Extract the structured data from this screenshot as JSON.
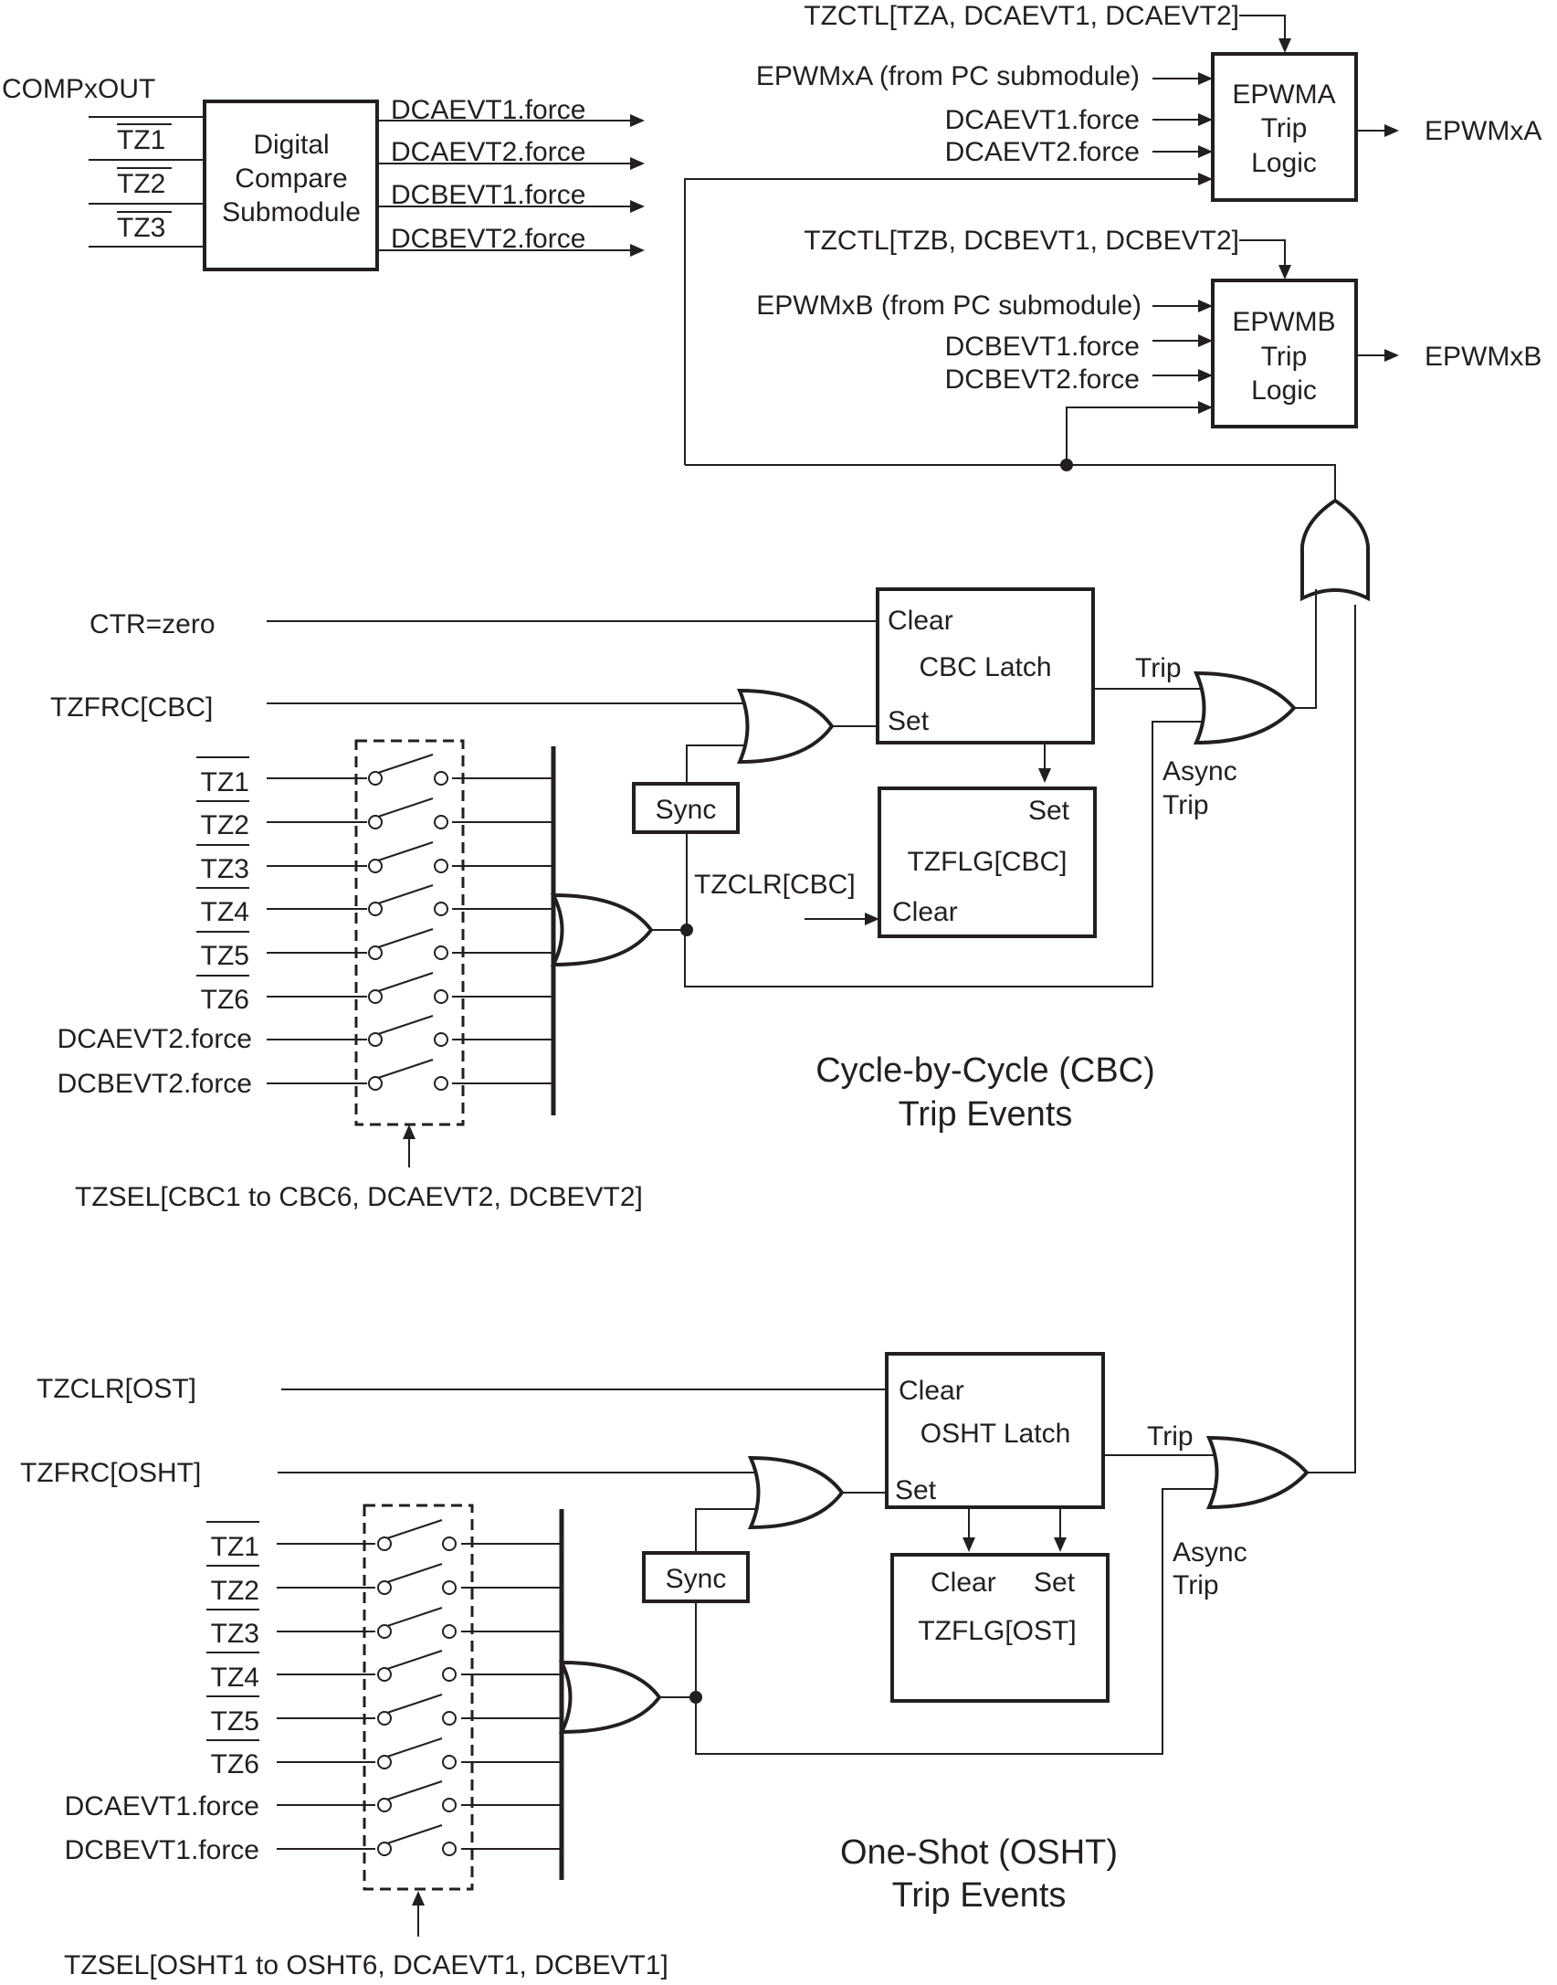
{
  "dc": {
    "inputs": [
      "COMPxOUT",
      "TZ1",
      "TZ2",
      "TZ3"
    ],
    "title": [
      "Digital",
      "Compare",
      "Submodule"
    ],
    "outputs": [
      "DCAEVT1.force",
      "DCAEVT2.force",
      "DCBEVT1.force",
      "DCBEVT2.force"
    ]
  },
  "epwma": {
    "ctl": "TZCTL[TZA, DCAEVT1, DCAEVT2]",
    "in1": "EPWMxA (from PC submodule)",
    "in2": "DCAEVT1.force",
    "in3": "DCAEVT2.force",
    "title": [
      "EPWMA",
      "Trip",
      "Logic"
    ],
    "out": "EPWMxA"
  },
  "epwmb": {
    "ctl": "TZCTL[TZB, DCBEVT1, DCBEVT2]",
    "in1": "EPWMxB (from PC submodule)",
    "in2": "DCBEVT1.force",
    "in3": "DCBEVT2.force",
    "title": [
      "EPWMB",
      "Trip",
      "Logic"
    ],
    "out": "EPWMxB"
  },
  "cbc": {
    "ctr": "CTR=zero",
    "frc": "TZFRC[CBC]",
    "latch": "CBC Latch",
    "clear": "Clear",
    "set": "Set",
    "trip": "Trip",
    "async": [
      "Async",
      "Trip"
    ],
    "sync": "Sync",
    "flag": "TZFLG[CBC]",
    "flag_set": "Set",
    "flag_clear": "Clear",
    "clr": "TZCLR[CBC]",
    "inputs": [
      "TZ1",
      "TZ2",
      "TZ3",
      "TZ4",
      "TZ5",
      "TZ6",
      "DCAEVT2.force",
      "DCBEVT2.force"
    ],
    "sel": "TZSEL[CBC1 to CBC6, DCAEVT2, DCBEVT2]",
    "caption": [
      "Cycle-by-Cycle (CBC)",
      "Trip Events"
    ]
  },
  "osht": {
    "clr": "TZCLR[OST]",
    "frc": "TZFRC[OSHT]",
    "latch": "OSHT Latch",
    "clear": "Clear",
    "set": "Set",
    "trip": "Trip",
    "async": [
      "Async",
      "Trip"
    ],
    "sync": "Sync",
    "flag": "TZFLG[OST]",
    "flag_clear": "Clear",
    "flag_set": "Set",
    "inputs": [
      "TZ1",
      "TZ2",
      "TZ3",
      "TZ4",
      "TZ5",
      "TZ6",
      "DCAEVT1.force",
      "DCBEVT1.force"
    ],
    "sel": "TZSEL[OSHT1 to OSHT6, DCAEVT1, DCBEVT1]",
    "caption": [
      "One-Shot (OSHT)",
      "Trip Events"
    ]
  }
}
